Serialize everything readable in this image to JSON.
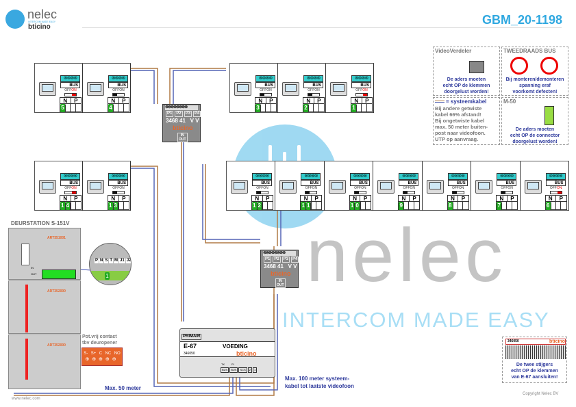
{
  "header": {
    "logo_name": "nelec",
    "logo_tagline": "INTERCOM MADE EASY",
    "logo_brand": "bticino",
    "doc_code": "GBM_20-1198"
  },
  "watermark": {
    "name": "nelec",
    "tagline": "INTERCOM MADE EASY"
  },
  "unit_labels": {
    "bus": "BUS",
    "off": "OFF",
    "on": "ON",
    "n": "N",
    "p": "P"
  },
  "units": {
    "row1_left": [
      {
        "number": "5",
        "switch": "on"
      },
      {
        "number": "4",
        "switch": "off"
      }
    ],
    "row1_right": [
      {
        "number": "3",
        "switch": "off"
      },
      {
        "number": "2",
        "switch": "off"
      },
      {
        "number": "1",
        "switch": "on"
      }
    ],
    "row2_left": [
      {
        "number": "14",
        "switch": "on"
      },
      {
        "number": "13",
        "switch": "off"
      }
    ],
    "row2_right": [
      {
        "number": "12",
        "switch": "off"
      },
      {
        "number": "11",
        "switch": "off"
      },
      {
        "number": "10",
        "switch": "off"
      },
      {
        "number": "9",
        "switch": "off"
      },
      {
        "number": "8",
        "switch": "off"
      },
      {
        "number": "7",
        "switch": "off"
      },
      {
        "number": "6",
        "switch": "on"
      }
    ]
  },
  "splitter": {
    "ports": [
      "P1",
      "P2",
      "P3",
      "P4"
    ],
    "code": "3468 41",
    "suffix": "V V",
    "brand": "bticino",
    "in": "IN",
    "out": "OUT"
  },
  "door_station": {
    "title": "DEURSTATION S-151V",
    "module_code": "ART351001",
    "module_code_2": "ART352000",
    "in": "IN",
    "out": "OUT",
    "magnifier_labels": [
      "P",
      "N",
      "S",
      "T",
      "M",
      "J1",
      "J2"
    ],
    "magnifier_value": "1"
  },
  "contact": {
    "title_line1": "Pot.vrij contact",
    "title_line2": "tbv deuropener",
    "terminals": [
      "S-",
      "S+",
      "C",
      "NC",
      "NO"
    ]
  },
  "power": {
    "primary": "PRIMAIR",
    "model": "E-67",
    "label": "VOEDING",
    "code": "346050",
    "brand": "bticino",
    "terminals": [
      "BUS",
      "BUS",
      "SCS",
      "2",
      "1"
    ],
    "tk": "TK",
    "pi": "PI"
  },
  "notes": {
    "max50": "Max. 50 meter",
    "max100_line1": "Max. 100 meter systeem-",
    "max100_line2": "kabel tot laatste videofoon"
  },
  "info_boxes": {
    "videoverdeler": {
      "title": "VideoVerdeler",
      "text": [
        "De aders moeten",
        "echt OP de klemmen",
        "doorgelust worden!"
      ]
    },
    "bus": {
      "title": "TWEEDRAADS BUS",
      "text": [
        "Bij monteren/demonteren",
        "spanning eraf",
        "voorkomt defecten!"
      ]
    },
    "cable": {
      "title": "= systeemkabel",
      "text": [
        "Bij andere getwiste",
        "kabel 66% afstand!",
        "Bij ongetwiste kabel",
        "max. 50 meter buiten-",
        "post naar videofoon.",
        "UTP op aanvraag."
      ]
    },
    "m50": {
      "title": "M-50",
      "text": [
        "De aders moeten",
        "echt OP de connector",
        "doorgelust worden!"
      ]
    },
    "stijgers": {
      "code": "346050",
      "brand": "bticino",
      "text": [
        "De twee stijgers",
        "echt OP de klemmen",
        "van E-67 aansluiten!"
      ]
    }
  },
  "footer": {
    "website": "www.nelec.com",
    "copyright": "Copyright Nelec BV"
  },
  "colors": {
    "brown_wire": "#b07a45",
    "blue_wire": "#5565b5",
    "accent": "#2fa8e0",
    "terminal": "#33cccc",
    "number": "#22aa22",
    "orange": "#e8662a"
  }
}
